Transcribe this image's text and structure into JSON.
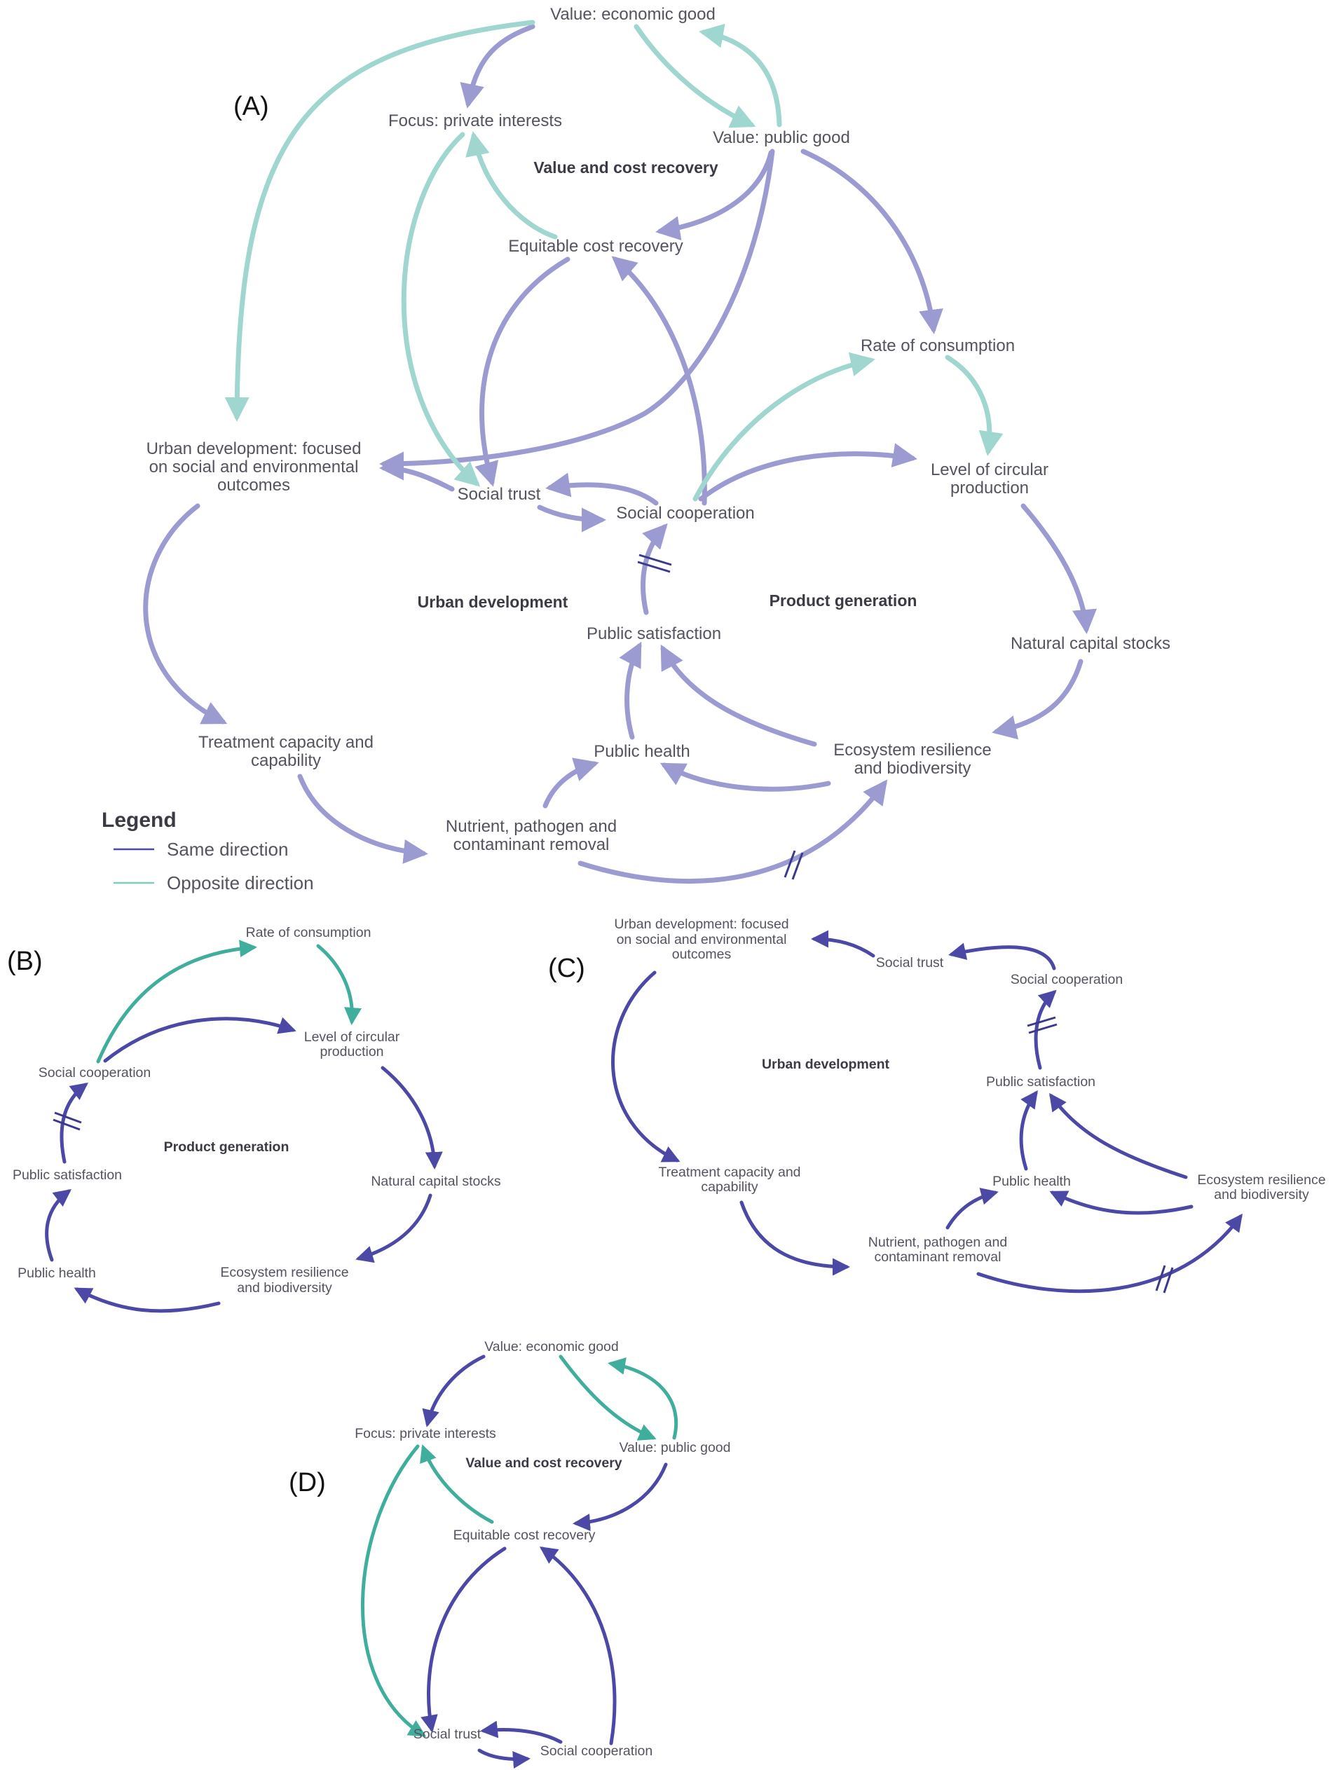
{
  "colors": {
    "same_light": "#9b9ad1",
    "opposite_light": "#9fd6cf",
    "same_dark": "#4b48a6",
    "opposite_dark": "#3fae9d",
    "legend_same": "#4b48a6",
    "legend_opposite": "#7fcbc1"
  },
  "panels": {
    "a": "(A)",
    "b": "(B)",
    "c": "(C)",
    "d": "(D)"
  },
  "legend": {
    "title": "Legend",
    "same": "Same direction",
    "opposite": "Opposite direction"
  },
  "loops": {
    "value": "Value and cost recovery",
    "urban": "Urban development",
    "product": "Product generation"
  },
  "nodes": {
    "economic_good": "Value: economic good",
    "private_interests": "Focus: private interests",
    "public_good": "Value: public good",
    "cost_recovery": "Equitable cost recovery",
    "consumption": "Rate of consumption",
    "urban_dev": [
      "Urban development: focused",
      "on social and environmental",
      "outcomes"
    ],
    "social_trust": "Social trust",
    "social_coop": "Social cooperation",
    "circular": [
      "Level of circular",
      "production"
    ],
    "satisfaction": "Public satisfaction",
    "natural_capital": "Natural capital stocks",
    "treatment": [
      "Treatment capacity and",
      "capability"
    ],
    "public_health": "Public health",
    "ecosystem": [
      "Ecosystem resilience",
      "and biodiversity"
    ],
    "removal": [
      "Nutrient, pathogen and",
      "contaminant removal"
    ]
  }
}
